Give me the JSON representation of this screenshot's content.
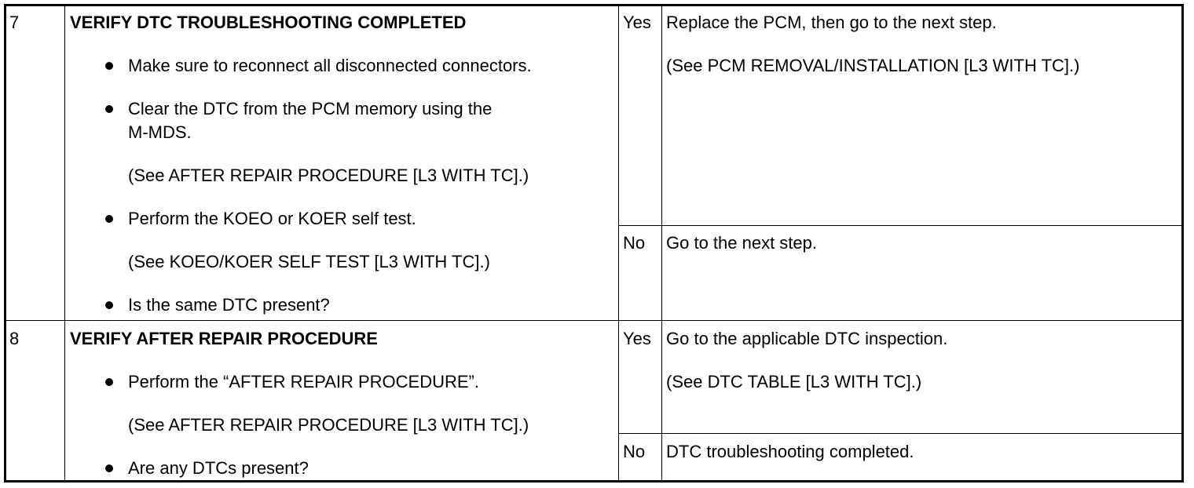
{
  "rows": [
    {
      "step": "7",
      "title": "VERIFY DTC TROUBLESHOOTING COMPLETED",
      "items": [
        {
          "bullet": true,
          "text": "Make sure to reconnect all disconnected connectors."
        },
        {
          "bullet": true,
          "lines": [
            "Clear the DTC from the PCM memory using the",
            "M-MDS."
          ]
        },
        {
          "bullet": false,
          "text": "(See AFTER REPAIR PROCEDURE [L3 WITH TC].)"
        },
        {
          "bullet": true,
          "text": "Perform the KOEO or KOER self test."
        },
        {
          "bullet": false,
          "text": "(See KOEO/KOER SELF TEST [L3 WITH TC].)"
        },
        {
          "bullet": true,
          "text": "Is the same DTC present?"
        }
      ],
      "yes": {
        "label": "Yes",
        "action": "Replace the PCM, then go to the next step.",
        "ref": "(See PCM REMOVAL/INSTALLATION [L3 WITH TC].)"
      },
      "no": {
        "label": "No",
        "action": "Go to the next step."
      }
    },
    {
      "step": "8",
      "title": "VERIFY AFTER REPAIR PROCEDURE",
      "items": [
        {
          "bullet": true,
          "text": "Perform the “AFTER REPAIR PROCEDURE”."
        },
        {
          "bullet": false,
          "text": "(See AFTER REPAIR PROCEDURE [L3 WITH TC].)"
        },
        {
          "bullet": true,
          "text": "Are any DTCs present?"
        }
      ],
      "yes": {
        "label": "Yes",
        "action": "Go to the applicable DTC inspection.",
        "ref": "(See DTC TABLE [L3 WITH TC].)"
      },
      "no": {
        "label": "No",
        "action": "DTC troubleshooting completed."
      }
    }
  ]
}
